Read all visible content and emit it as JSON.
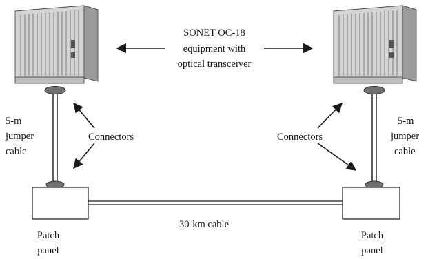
{
  "equipment_caption": {
    "line1": "SONET OC-18",
    "line2": "equipment with",
    "line3": "optical transceiver"
  },
  "left_jumper": {
    "line1": "5-m",
    "line2": "jumper",
    "line3": "cable"
  },
  "right_jumper": {
    "line1": "5-m",
    "line2": "jumper",
    "line3": "cable"
  },
  "left_connectors_label": "Connectors",
  "right_connectors_label": "Connectors",
  "trunk_cable_label": "30-km cable",
  "left_patch_panel": {
    "line1": "Patch",
    "line2": "panel"
  },
  "right_patch_panel": {
    "line1": "Patch",
    "line2": "panel"
  },
  "colors": {
    "cabinet_front": "#d4d4d4",
    "cabinet_side": "#9a9a9a",
    "connector": "#707070",
    "line": "#1a1a1a"
  }
}
